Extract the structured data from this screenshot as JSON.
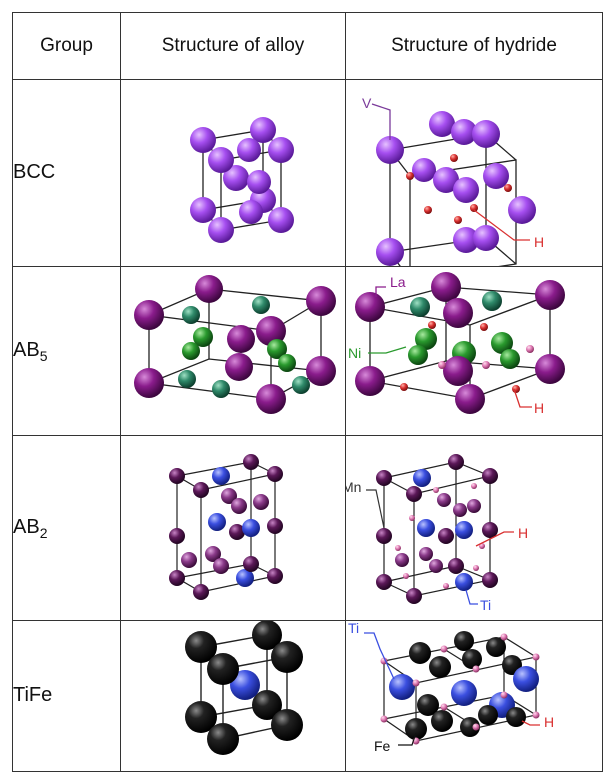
{
  "table": {
    "headers": [
      "Group",
      "Structure of alloy",
      "Structure of hydride"
    ],
    "rows": [
      {
        "group": "BCC",
        "group_sub": "",
        "hydride_labels": {
          "a": "V",
          "b": "H"
        }
      },
      {
        "group": "AB",
        "group_sub": "5",
        "hydride_labels": {
          "a": "La",
          "b": "Ni",
          "c": "H"
        }
      },
      {
        "group": "AB",
        "group_sub": "2",
        "hydride_labels": {
          "a": "Mn",
          "b": "H",
          "c": "Ti"
        }
      },
      {
        "group": "TiFe",
        "group_sub": "",
        "hydride_labels": {
          "a": "Ti",
          "b": "Fe",
          "c": "H"
        }
      }
    ]
  },
  "colors": {
    "V": "#a64ff0",
    "La": "#8a1c8c",
    "Ni": "#2a9a2e",
    "Mn": "#5b1858",
    "Ti": "#3b4fe0",
    "Fe": "#111111",
    "H": "#d93030",
    "border": "#333333"
  }
}
